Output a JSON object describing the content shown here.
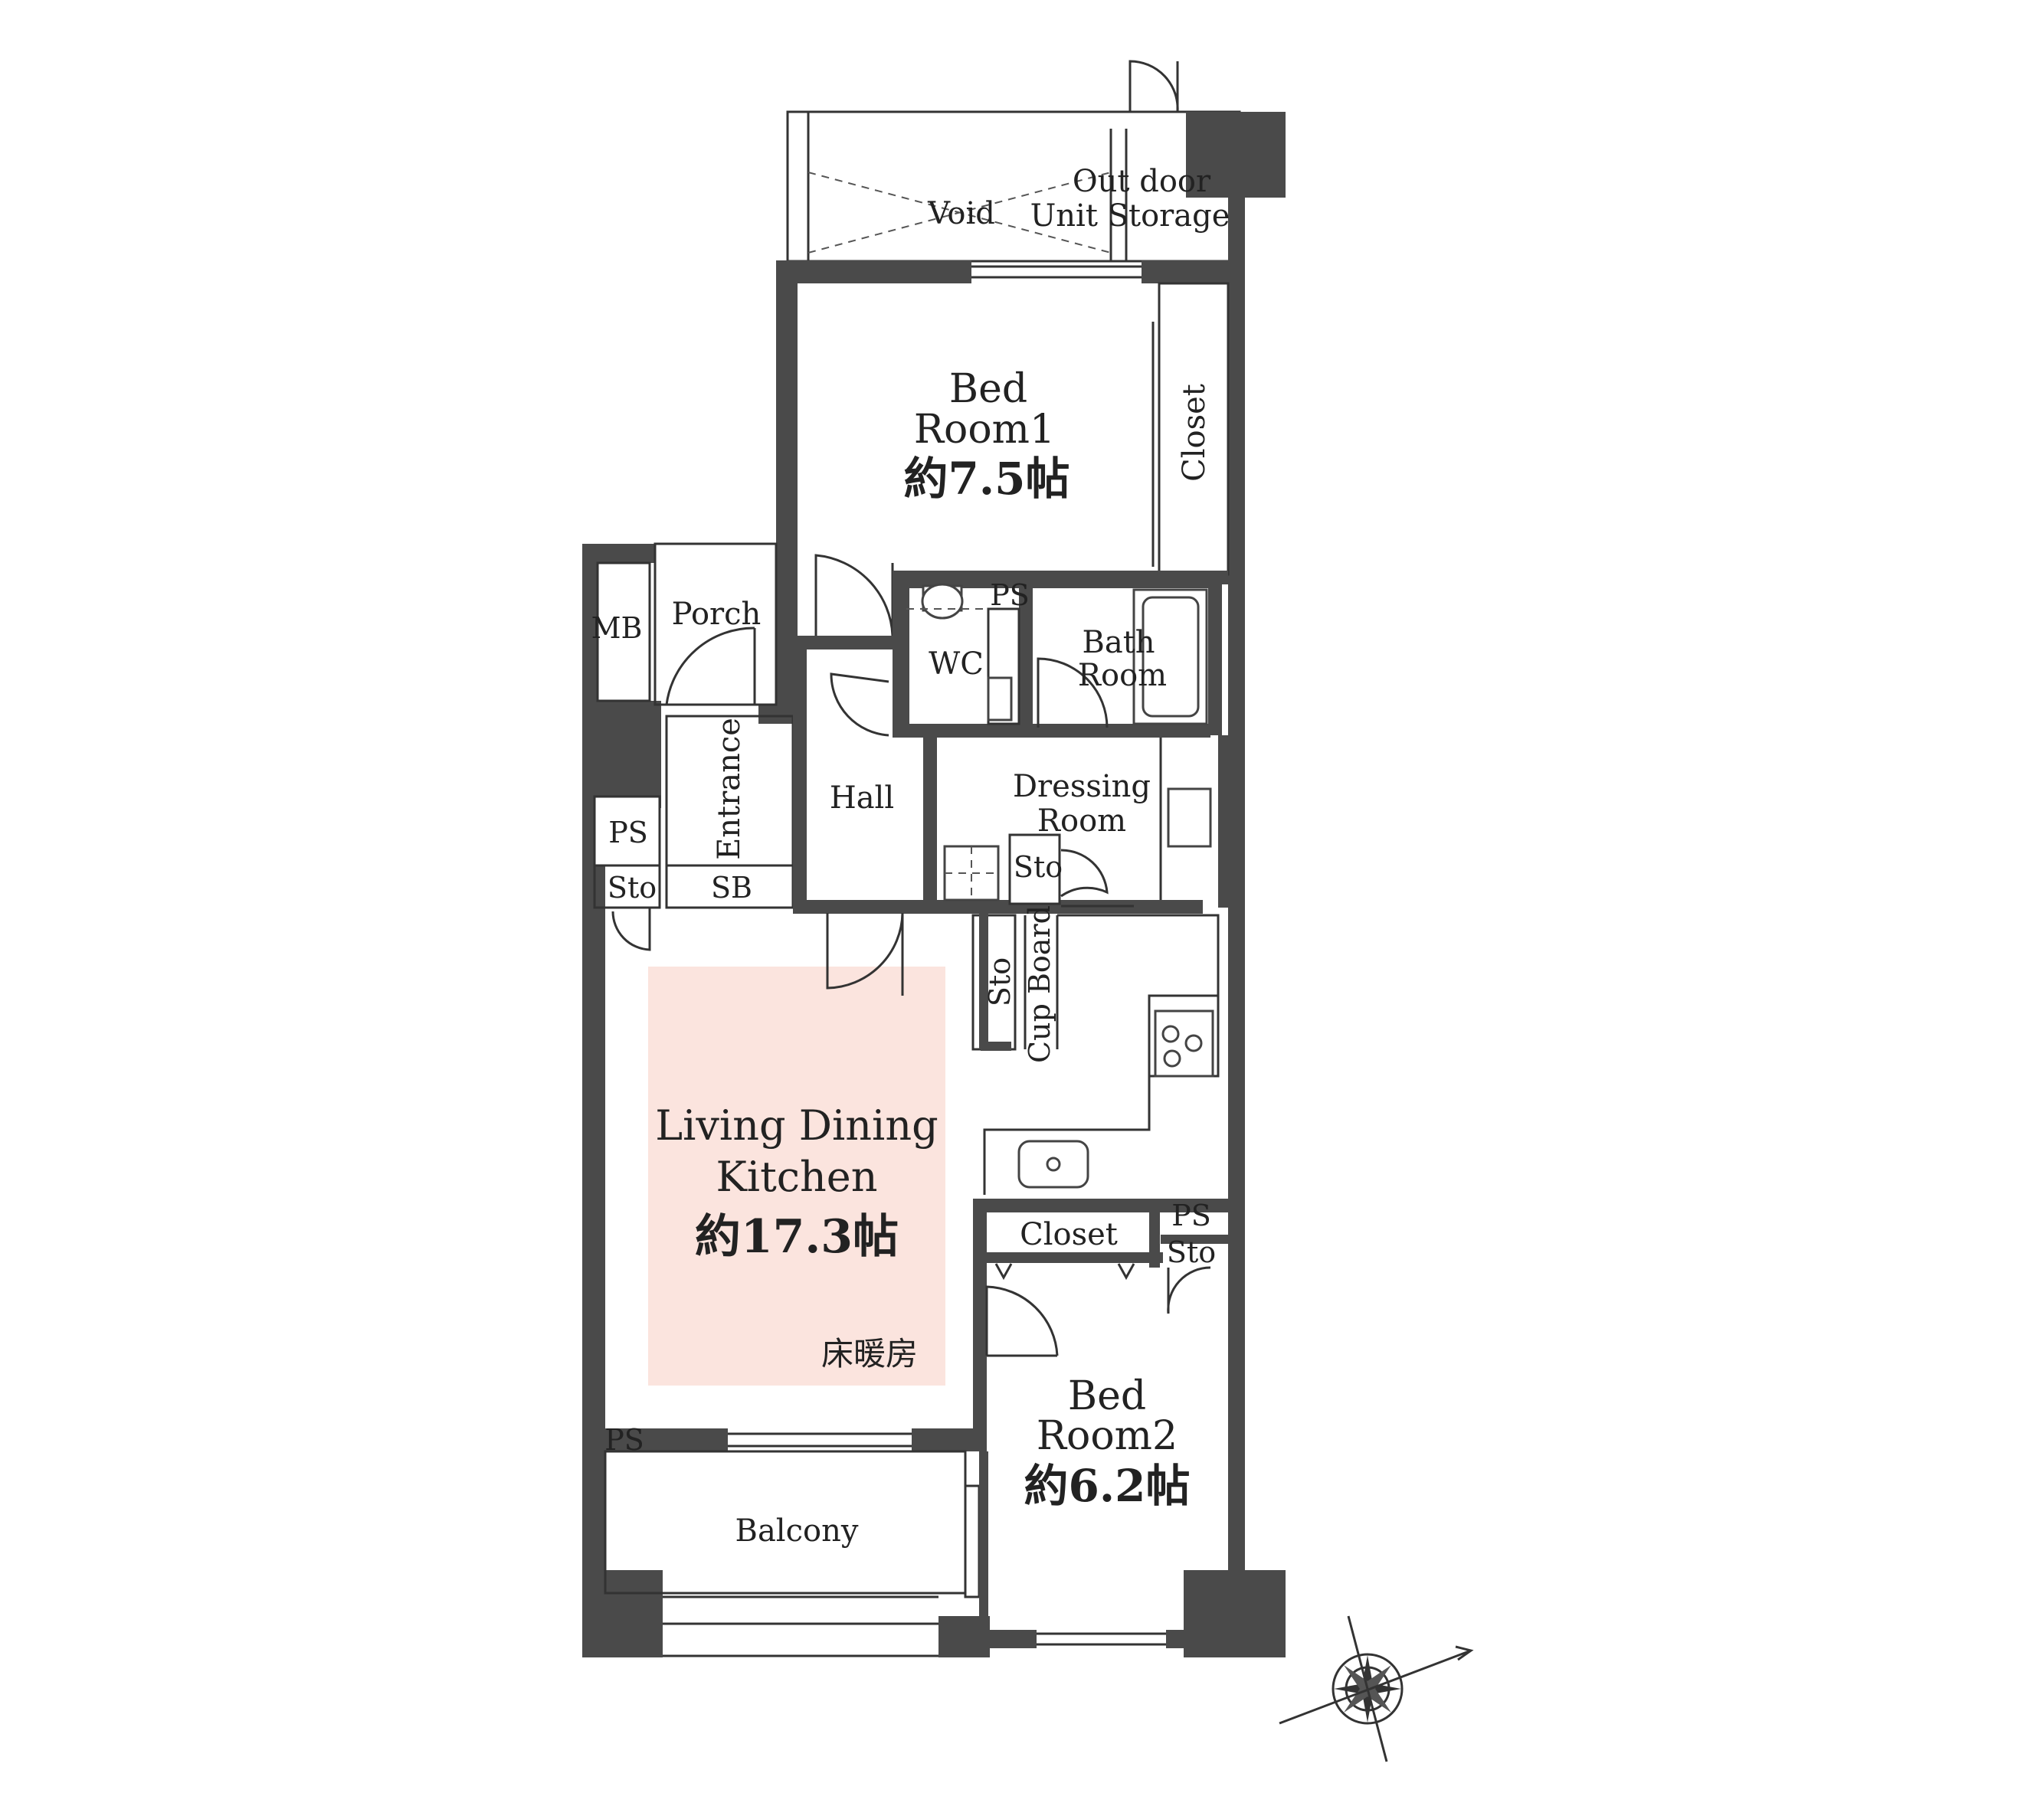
{
  "colors": {
    "wall": "#4a4a4a",
    "line": "#333333",
    "ldk_floor": "#fbe4de",
    "text": "#222222"
  },
  "rooms": {
    "void": "Void",
    "outdoor_storage_line1": "Out door",
    "outdoor_storage_line2": "Unit Storage",
    "bedroom1_line1": "Bed",
    "bedroom1_line2": "Room1",
    "bedroom1_area": "約7.5帖",
    "closet_bedroom1": "Closet",
    "mb": "MB",
    "porch": "Porch",
    "ps_wc": "PS",
    "wc": "WC",
    "bath_line1": "Bath",
    "bath_line2": "Room",
    "entrance": "Entrance",
    "hall": "Hall",
    "dressing_line1": "Dressing",
    "dressing_line2": "Room",
    "ps_left": "PS",
    "sto_dressing": "Sto",
    "sto_left": "Sto",
    "sb": "SB",
    "sto_kitchen": "Sto",
    "cup_board": "Cup Board",
    "ldk_line1": "Living Dining",
    "ldk_line2": "Kitchen",
    "ldk_area": "約17.3帖",
    "floor_heating": "床暖房",
    "closet_bedroom2": "Closet",
    "ps_right": "PS",
    "sto_right": "Sto",
    "ps_bottom": "PS",
    "balcony": "Balcony",
    "bedroom2_line1": "Bed",
    "bedroom2_line2": "Room2",
    "bedroom2_area": "約6.2帖"
  },
  "icons": {
    "compass": "compass-icon",
    "toilet": "toilet-icon",
    "bathtub": "bathtub-icon",
    "stove": "stove-icon",
    "sink": "sink-icon",
    "washbasin": "washbasin-icon",
    "washer": "washing-machine-icon"
  }
}
